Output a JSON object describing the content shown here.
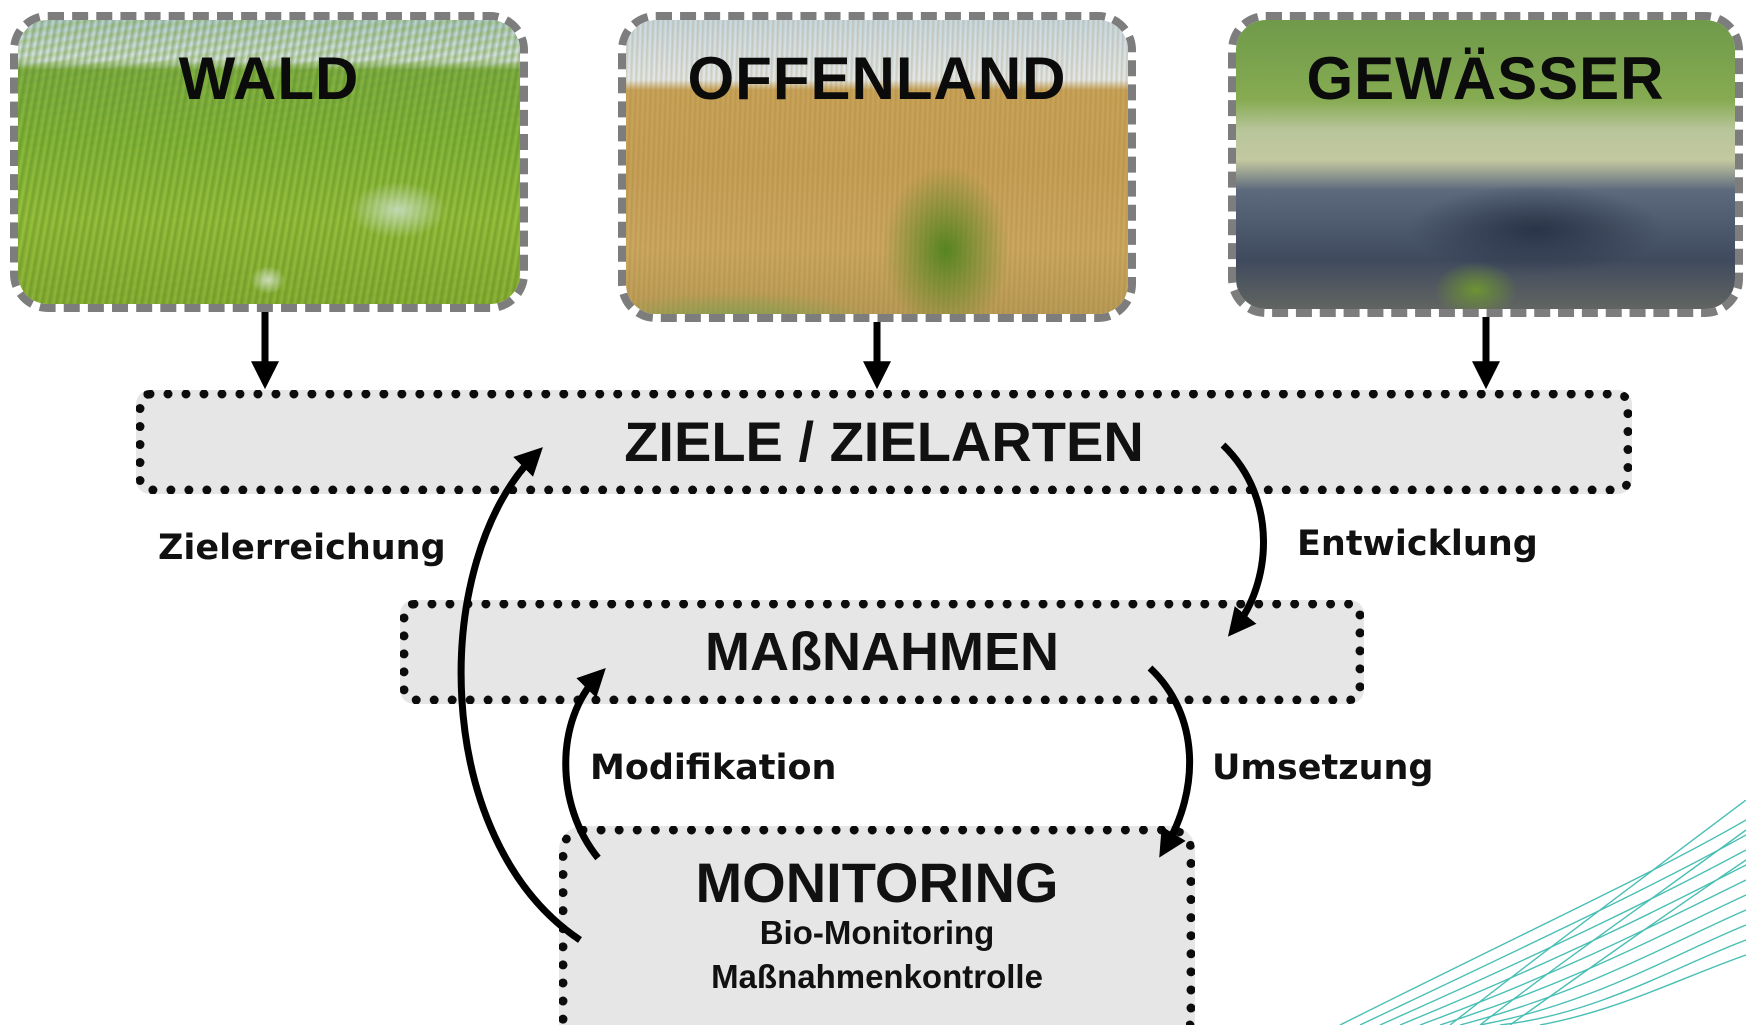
{
  "habitats": {
    "wald": {
      "title": "WALD"
    },
    "offenland": {
      "title": "OFFENLAND"
    },
    "gewaesser": {
      "title": "GEWÄSSER"
    }
  },
  "boxes": {
    "ziele": {
      "title": "ZIELE / ZIELARTEN"
    },
    "massnahmen": {
      "title": "MAßNAHMEN"
    },
    "monitoring": {
      "title": "MONITORING",
      "lines": [
        "Bio-Monitoring",
        "Maßnahmenkontrolle"
      ]
    }
  },
  "edge_labels": {
    "zielerreichung": "Zielerreichung",
    "entwicklung": "Entwicklung",
    "modifikation": "Modifikation",
    "umsetzung": "Umsetzung"
  },
  "colors": {
    "box_fill": "#e6e6e6",
    "box_border": "#0c0c0c",
    "photo_border": "#7d7d7d",
    "arrow": "#000000",
    "deco_lines": "#2ab4a8"
  }
}
